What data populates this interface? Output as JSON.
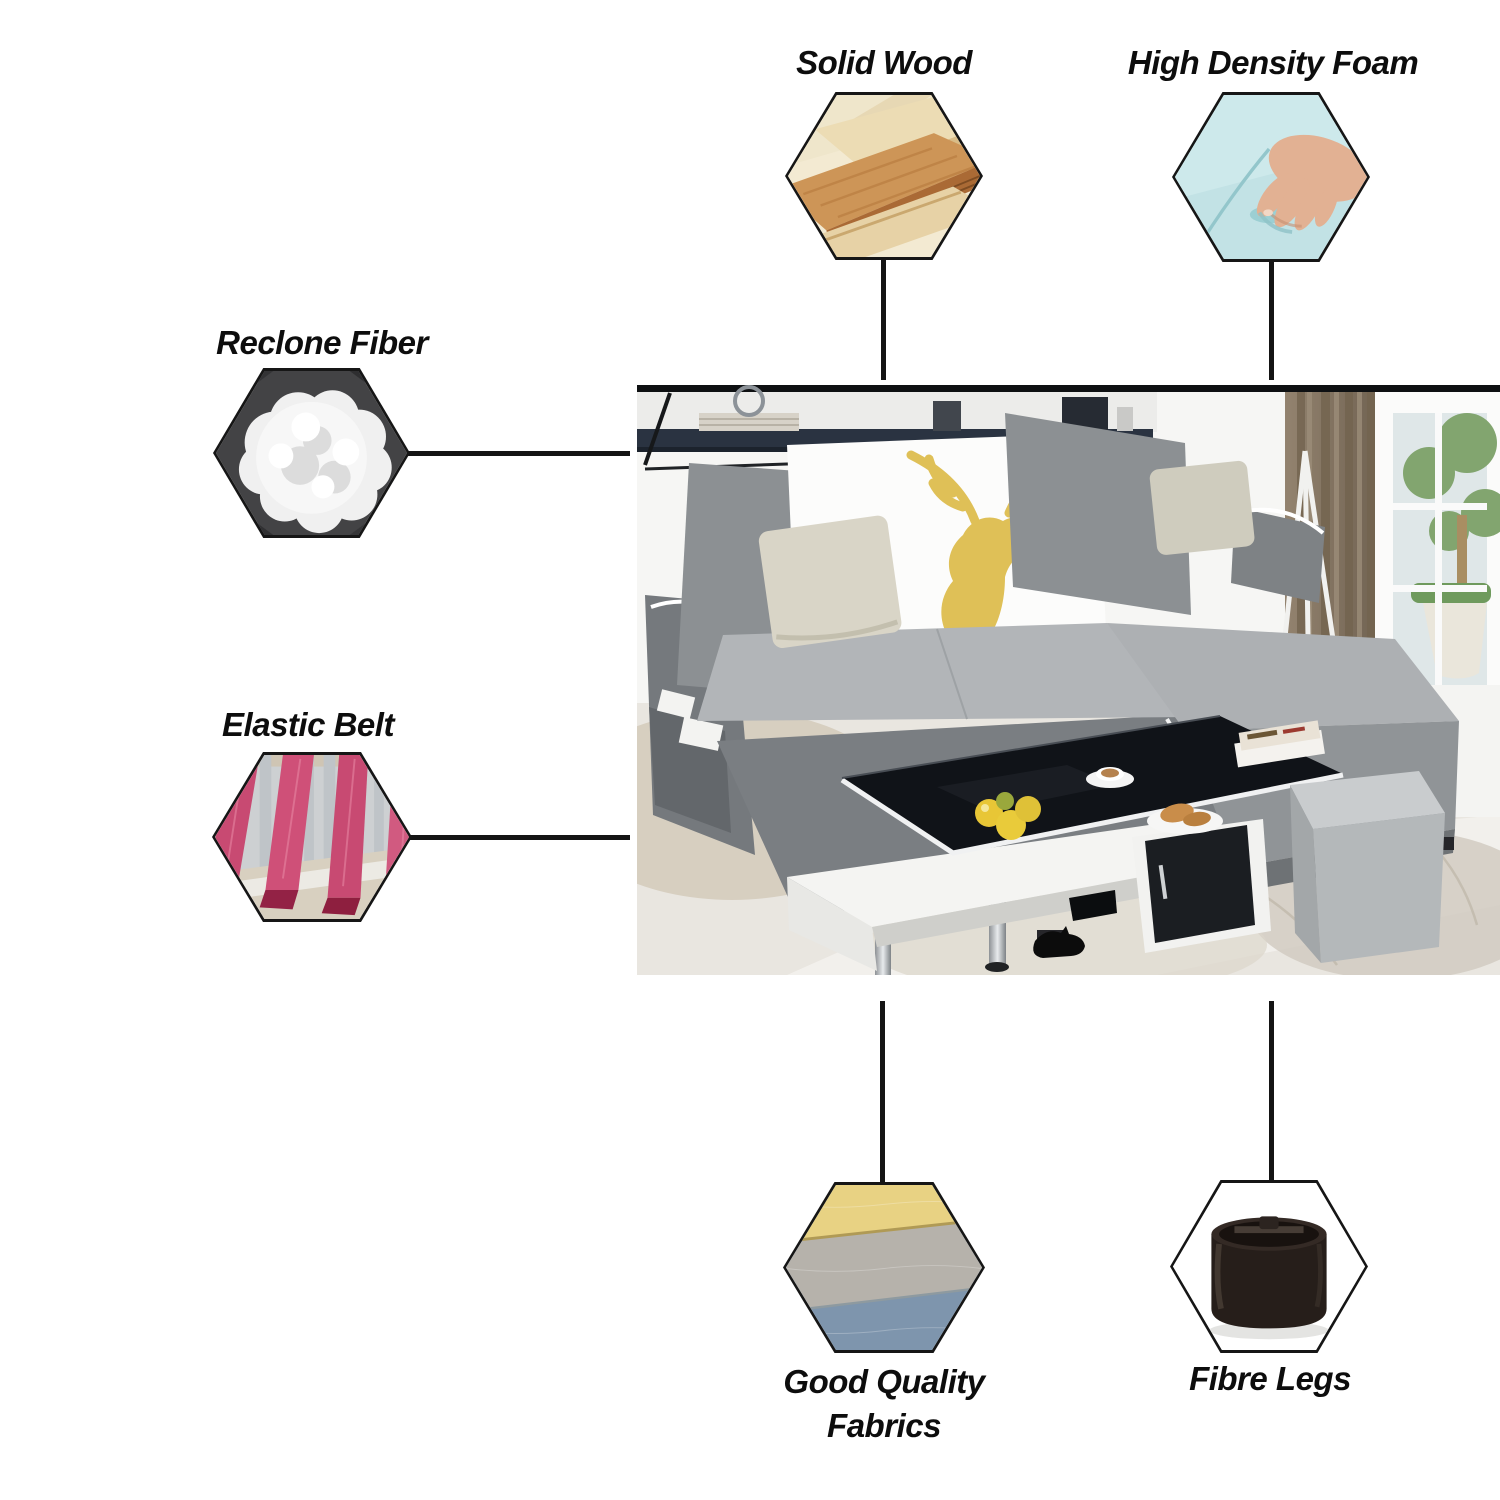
{
  "infographic": {
    "background_color": "#ffffff",
    "connector_color": "#141414",
    "label_color": "#0d0d0d"
  },
  "features": [
    {
      "id": "solid-wood",
      "label": "Solid Wood",
      "icon": "wood-planks-photo"
    },
    {
      "id": "high-density-foam",
      "label": "High Density Foam",
      "icon": "hand-pressing-foam-photo"
    },
    {
      "id": "reclone-fiber",
      "label": "Reclone Fiber",
      "icon": "polyester-fiber-ball-photo"
    },
    {
      "id": "elastic-belt",
      "label": "Elastic Belt",
      "icon": "elastic-webbing-straps-photo"
    },
    {
      "id": "good-quality-fabrics",
      "label": "Good Quality Fabrics",
      "icon": "fabric-swatches-photo"
    },
    {
      "id": "fibre-legs",
      "label": "Fibre Legs",
      "icon": "plastic-sofa-leg-photo"
    }
  ],
  "photo": {
    "subject": "grey L-shaped sofa with deer print cushion, black glass coffee table and grey pouf in living room"
  },
  "palette": {
    "fabric_yellow": "#e8d283",
    "fabric_grey": "#b6b2ab",
    "fabric_blue": "#7e95ad",
    "foam_blue": "#c2e2e5",
    "belt_pink": "#c84a72",
    "deer_gold": "#dfc057",
    "sofa_dark_grey": "#85898c",
    "sofa_light_grey": "#b3b6b9"
  }
}
